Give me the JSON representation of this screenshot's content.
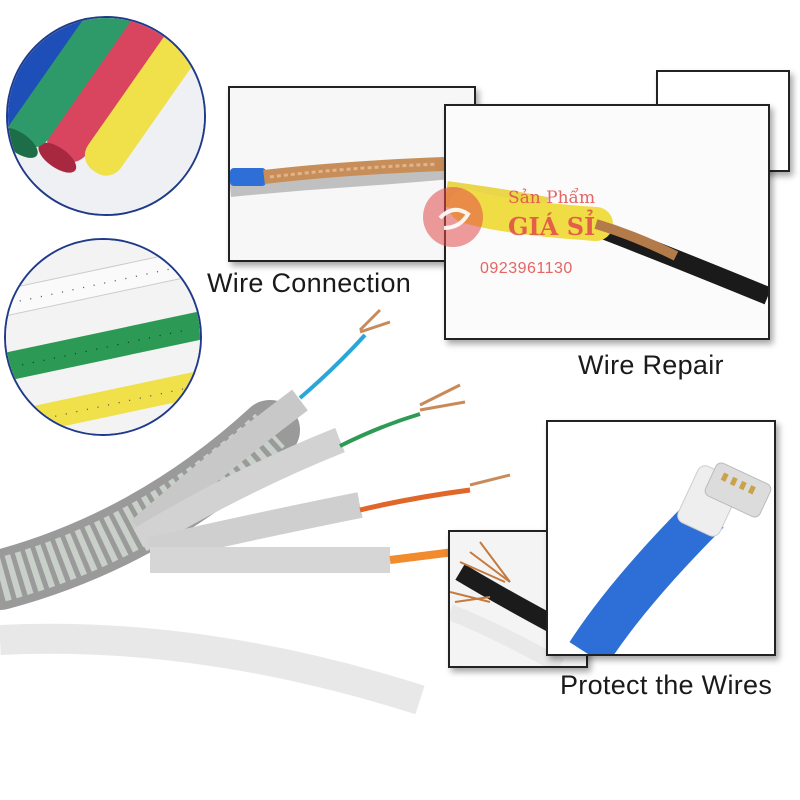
{
  "captions": {
    "wire_connection": "Wire Connection",
    "wire_repair": "Wire Repair",
    "protect_wires": "Protect the Wires"
  },
  "watermark": {
    "line1": "Sản Phẩm",
    "line2": "GIÁ SỈ",
    "phone": "0923961130"
  },
  "colors": {
    "tube_black": "#1c1f24",
    "tube_blue": "#1e4fb8",
    "tube_green": "#2e9a6a",
    "tube_red": "#d9455f",
    "tube_yellow": "#f0e04a",
    "cable_blue": "#2d6fd6",
    "watermark_red": "#e24a4a"
  }
}
